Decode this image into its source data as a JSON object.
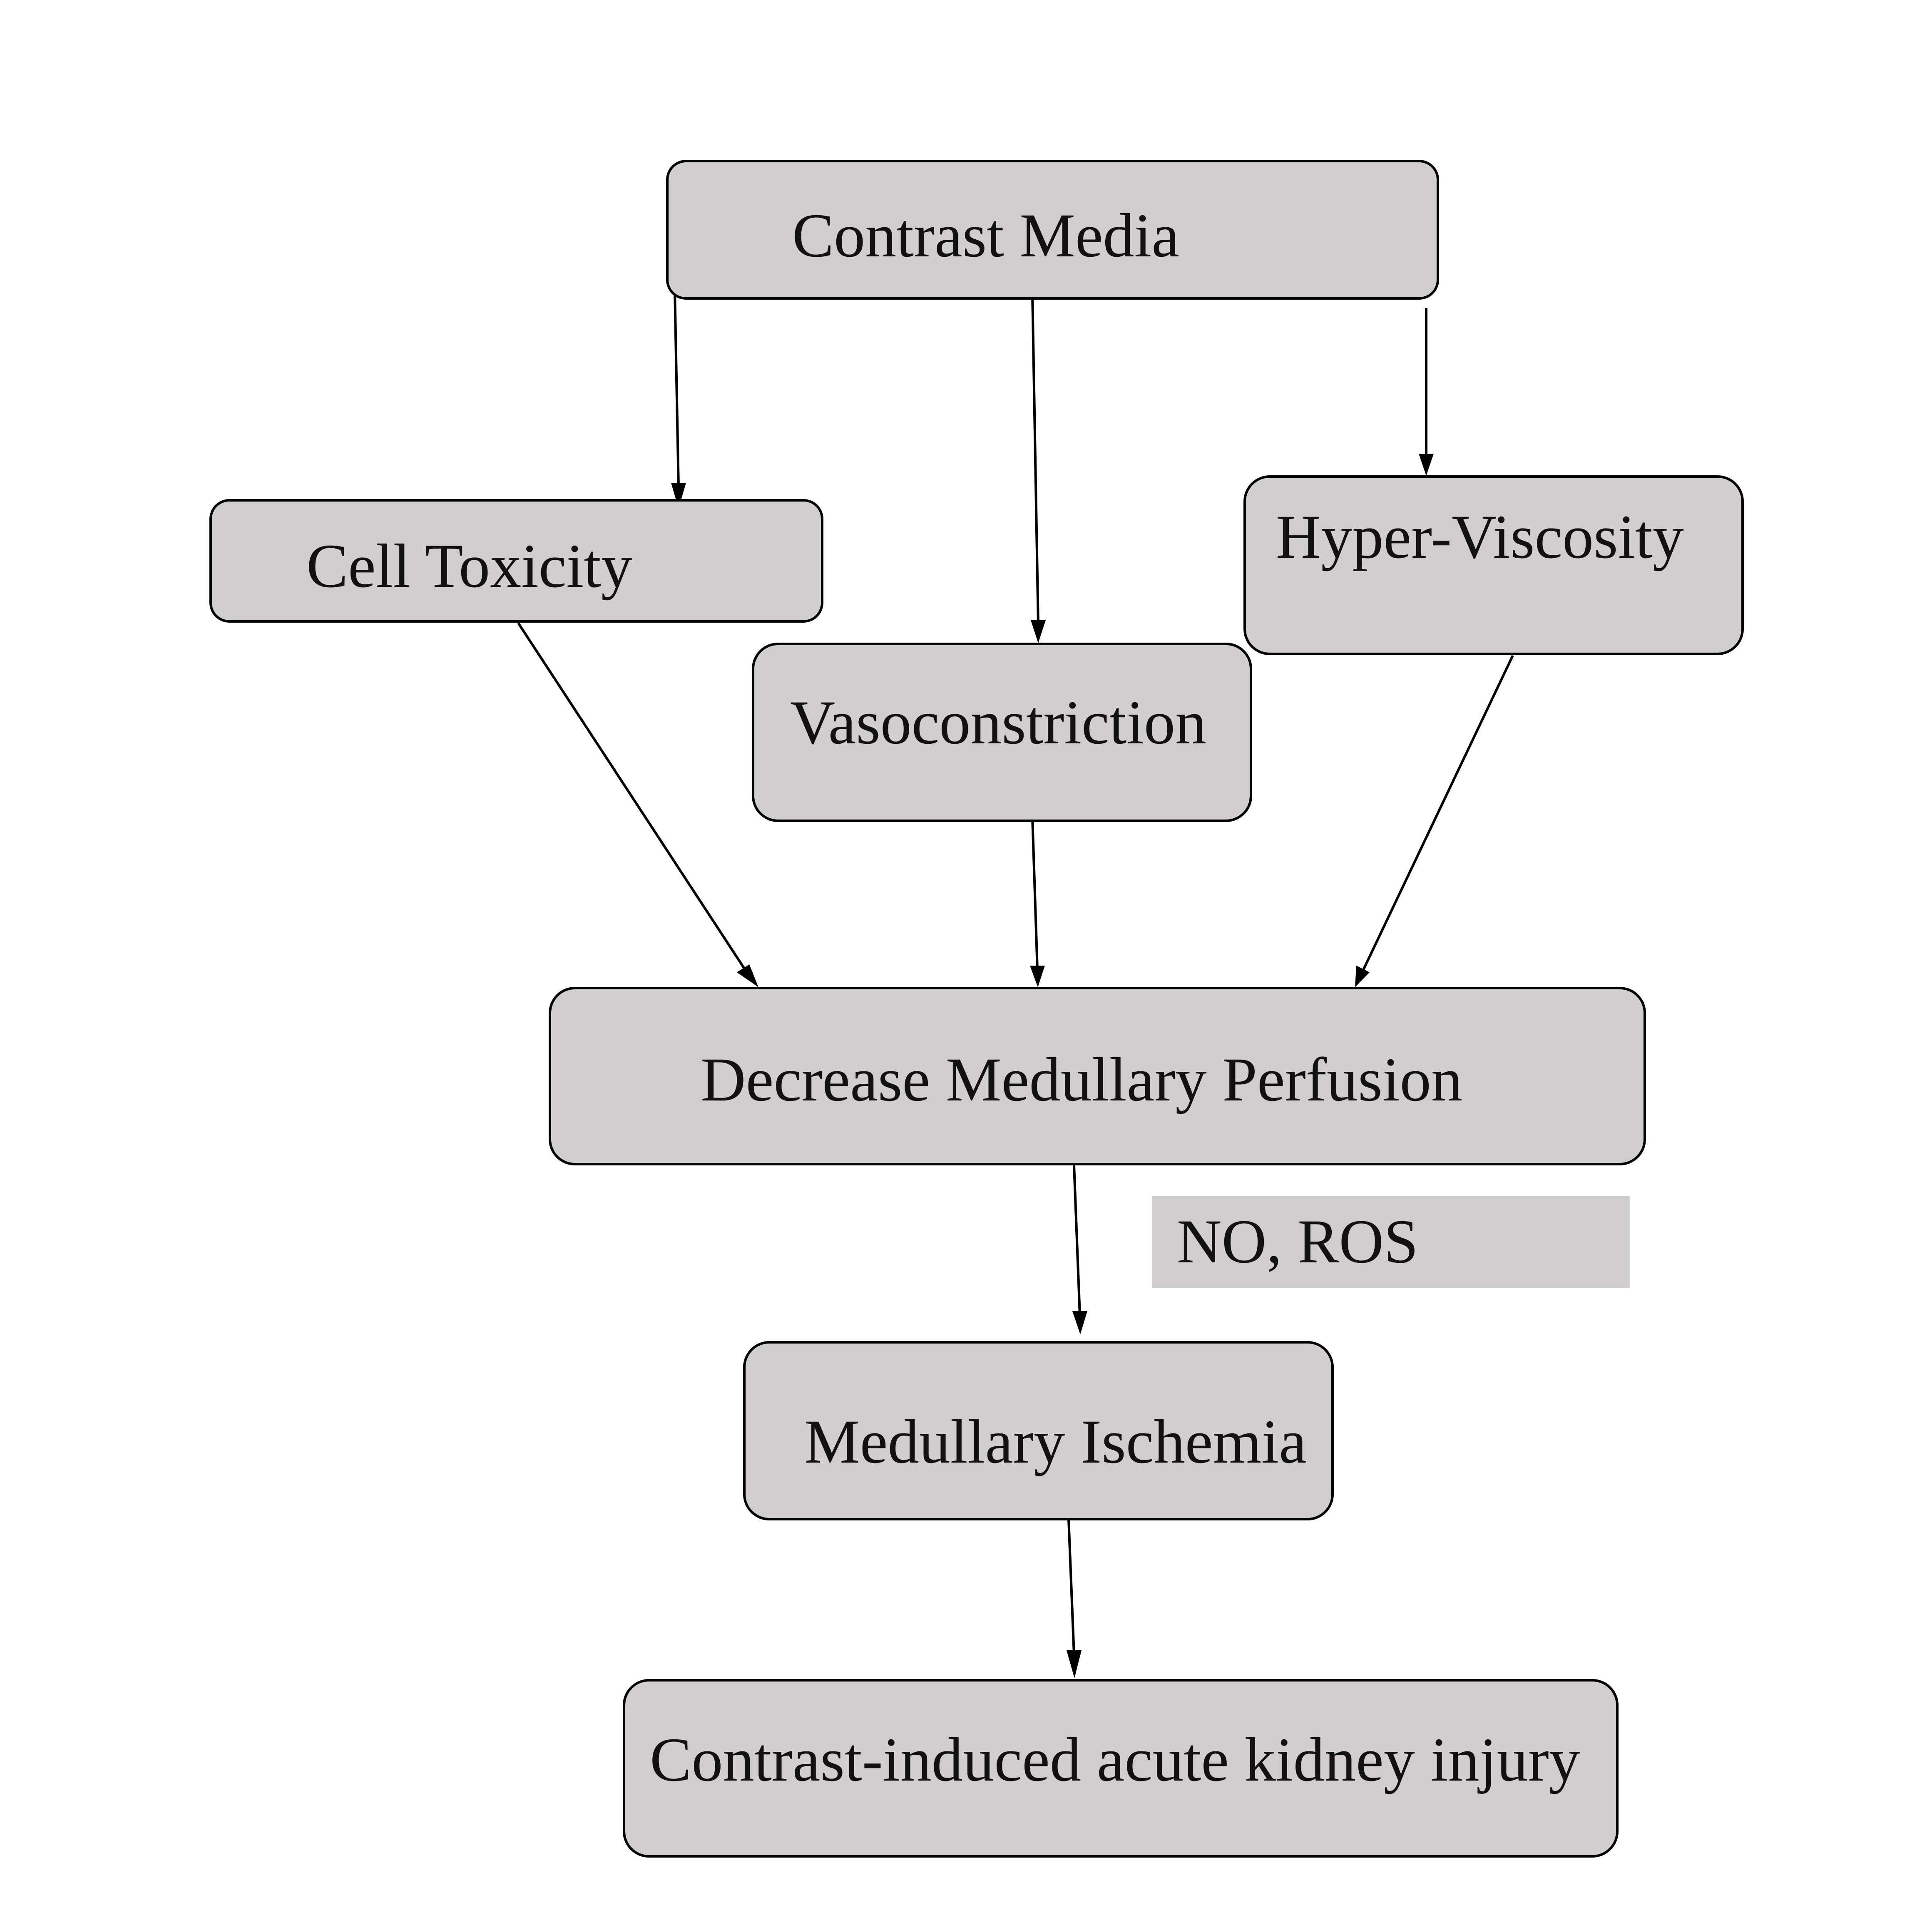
{
  "diagram": {
    "type": "flowchart",
    "colors": {
      "node_fill": "#d0cecf",
      "node_stroke": "#000000",
      "text": "#111111",
      "background": "#ffffff"
    },
    "nodes": {
      "contrast_media": {
        "label": "Contrast Media"
      },
      "cell_toxicity": {
        "label": "Cell Toxicity"
      },
      "hyper_viscosity": {
        "label": "Hyper-Viscosity"
      },
      "vasoconstriction": {
        "label": "Vasoconstriction"
      },
      "decrease_perfusion": {
        "label": "Decrease Medullary Perfusion"
      },
      "mediators": {
        "label": "NO, ROS"
      },
      "medullary_ischemia": {
        "label": "Medullary Ischemia"
      },
      "ci_aki": {
        "label": "Contrast-induced acute kidney injury"
      }
    },
    "edges": [
      {
        "from": "contrast_media",
        "to": "cell_toxicity"
      },
      {
        "from": "contrast_media",
        "to": "vasoconstriction"
      },
      {
        "from": "contrast_media",
        "to": "hyper_viscosity"
      },
      {
        "from": "cell_toxicity",
        "to": "decrease_perfusion"
      },
      {
        "from": "vasoconstriction",
        "to": "decrease_perfusion"
      },
      {
        "from": "hyper_viscosity",
        "to": "decrease_perfusion"
      },
      {
        "from": "decrease_perfusion",
        "to": "medullary_ischemia",
        "annotation": "NO, ROS"
      },
      {
        "from": "medullary_ischemia",
        "to": "ci_aki"
      }
    ]
  }
}
